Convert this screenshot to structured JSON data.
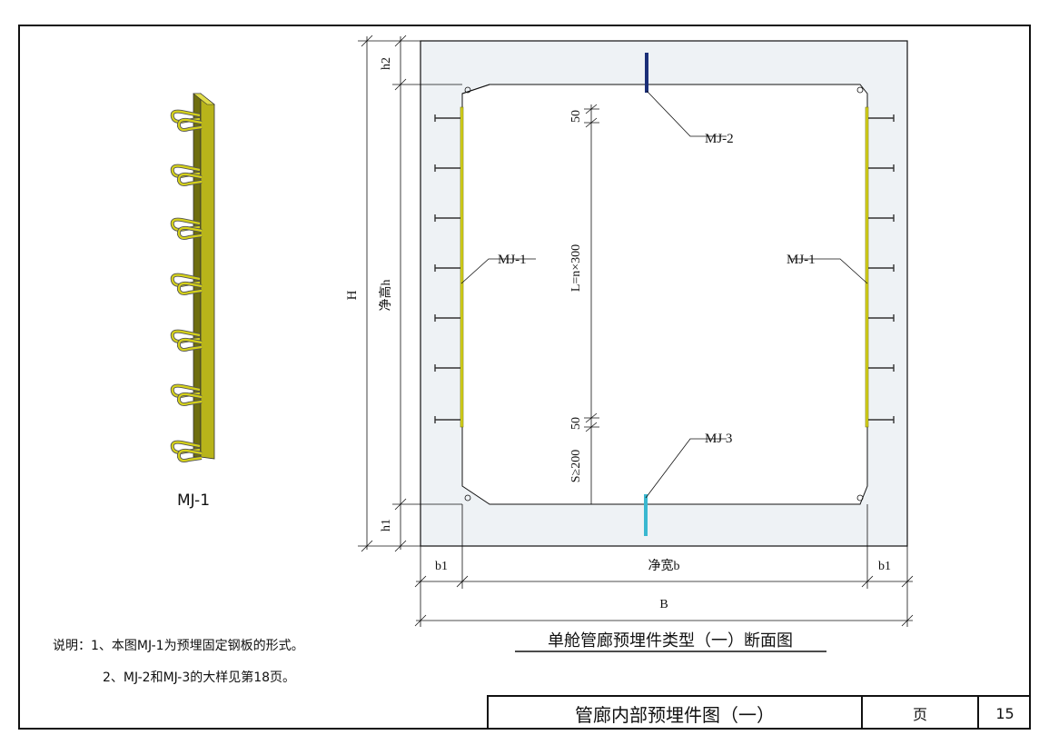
{
  "notes": {
    "line1": "说明：1、本图MJ-1为预埋固定钢板的形式。",
    "line2": "2、MJ-2和MJ-3的大样见第18页。"
  },
  "detail": {
    "label": "MJ-1"
  },
  "section": {
    "title": "单舱管廊预埋件类型（一）断面图",
    "labels": {
      "mj1_left": "MJ-1",
      "mj1_right": "MJ-1",
      "mj2": "MJ-2",
      "mj3": "MJ 3"
    },
    "dimensions": {
      "h2": "h2",
      "h1": "h1",
      "H": "H",
      "clear_height": "净高h",
      "top_50": "50",
      "bottom_50": "50",
      "L": "L=n×300",
      "S": "S≥200",
      "b1_left": "b1",
      "b1_right": "b1",
      "clear_width": "净宽b",
      "B": "B"
    }
  },
  "title_block": {
    "drawing_title": "管廊内部预埋件图（一）",
    "page_label": "页",
    "page_number": "15"
  },
  "colors": {
    "plate_yellow": "#d6d21a",
    "plate_olive": "#8b8a12",
    "mj2_blue": "#1b2f78",
    "mj3_cyan": "#3ab8d0",
    "concrete": "#eef2f5"
  }
}
